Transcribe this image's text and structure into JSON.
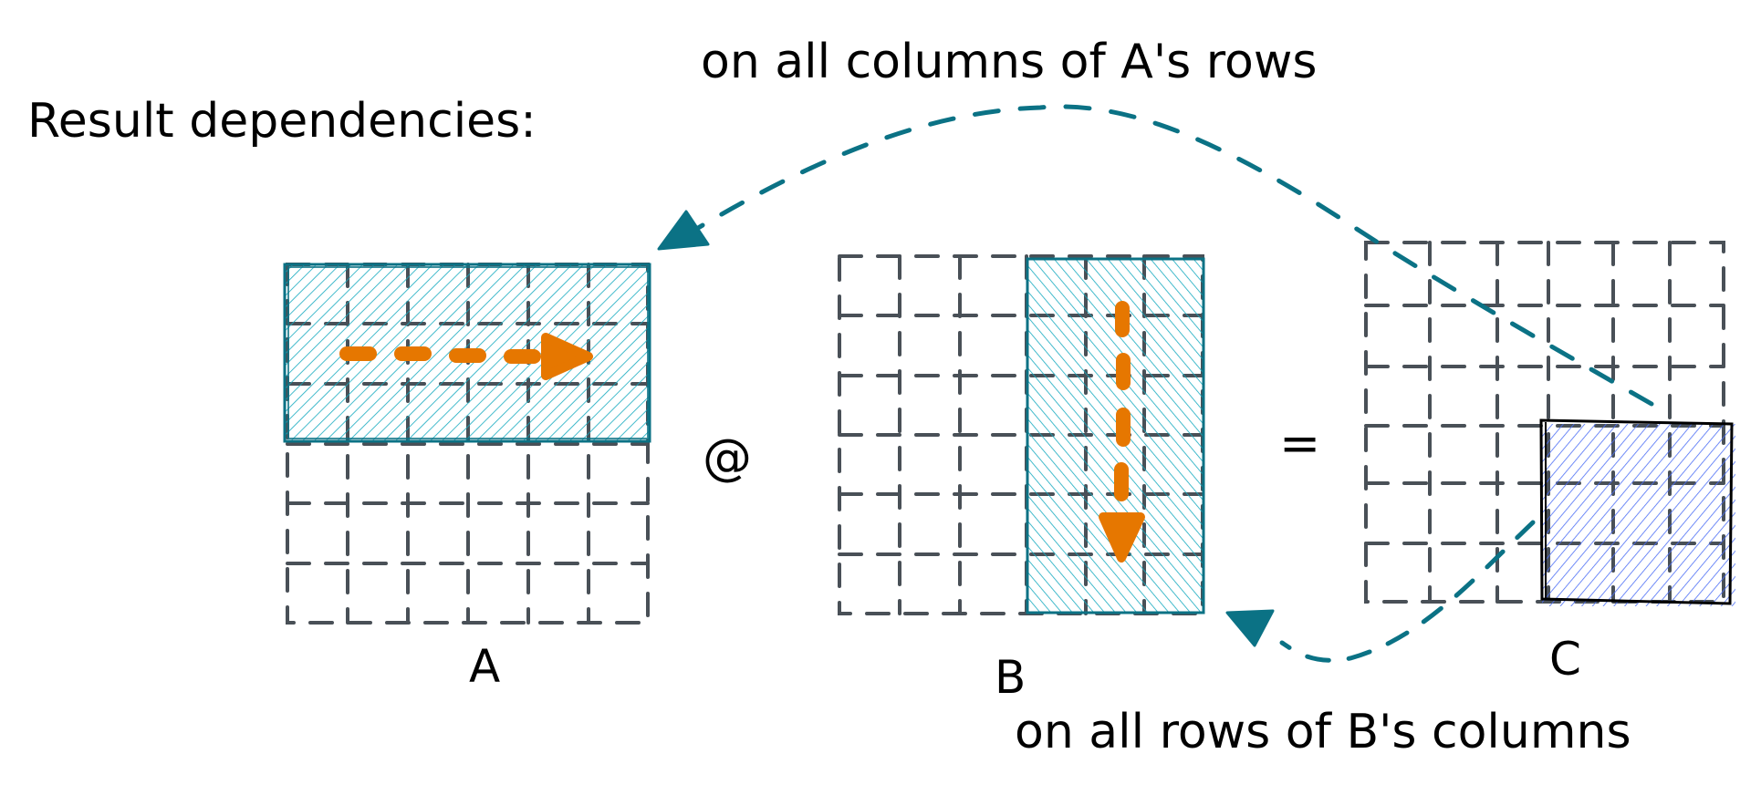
{
  "title": "Result dependencies:",
  "annotations": {
    "top": "on all columns of A's rows",
    "bottom": "on all rows of B's columns"
  },
  "operators": {
    "matmul": "@",
    "equals": "="
  },
  "matrices": [
    {
      "name": "A",
      "label": "A",
      "rows": 6,
      "cols": 6,
      "highlight": "top 3 rows",
      "highlight_color": "#15aabf"
    },
    {
      "name": "B",
      "label": "B",
      "rows": 6,
      "cols": 6,
      "highlight": "right 3 columns",
      "highlight_color": "#15aabf"
    },
    {
      "name": "C",
      "label": "C",
      "rows": 6,
      "cols": 6,
      "highlight": "bottom-right 3x3 block",
      "highlight_color": "#4c6ef5"
    }
  ],
  "colors": {
    "teal_stroke": "#0b7285",
    "teal_hatch": "#15aabf",
    "blue_hatch": "#4c6ef5",
    "orange_arrow": "#e67700",
    "grid": "#495057",
    "text": "#000000"
  }
}
